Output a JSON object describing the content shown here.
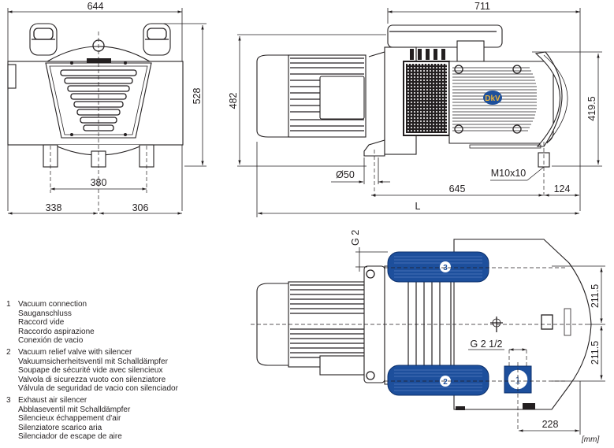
{
  "title": "Vacuum pump dimensional drawing",
  "colors": {
    "line": "#231f20",
    "highlight": "#1d4f9c",
    "logo_bg": "#1d4f9c",
    "logo_text": "#e8b23a"
  },
  "front_view": {
    "width_total": "644",
    "height_total": "528",
    "foot_spacing": "380",
    "left_offset": "338",
    "right_offset": "306"
  },
  "side_view": {
    "length_body": "711",
    "height_total": "482",
    "height_fan": "419.5",
    "pipe_diameter": "Ø50",
    "foot_thread": "M10x10",
    "foot_spacing": "645",
    "rear_offset": "124",
    "overall_length": "L",
    "logo_text": "DkV"
  },
  "top_view": {
    "thread_exhaust": "G 2",
    "thread_inlet": "G 2 1/2",
    "half_width_upper": "211.5",
    "half_width_lower": "211.5",
    "inlet_offset": "228",
    "markers": [
      "1",
      "2",
      "3"
    ]
  },
  "legend": [
    {
      "num": "1",
      "lines": [
        "Vacuum connection",
        "Sauganschluss",
        "Raccord vide",
        "Raccordo aspirazione",
        "Conexión de vacio"
      ]
    },
    {
      "num": "2",
      "lines": [
        "Vacuum relief valve with silencer",
        "Vakuumsicherheitsventil mit Schalldämpfer",
        "Soupape de sécurité vide avec silencieux",
        "Valvola di sicurezza vuoto con silenziatore",
        "Válvula de seguridad de vacio con silenciador"
      ]
    },
    {
      "num": "3",
      "lines": [
        "Exhaust air silencer",
        "Abblaseventil mit Schalldämpfer",
        "Silencieux échappement d'air",
        "Silenziatore scarico aria",
        "Silenciador de escape de aire"
      ]
    }
  ],
  "unit": "[mm]"
}
